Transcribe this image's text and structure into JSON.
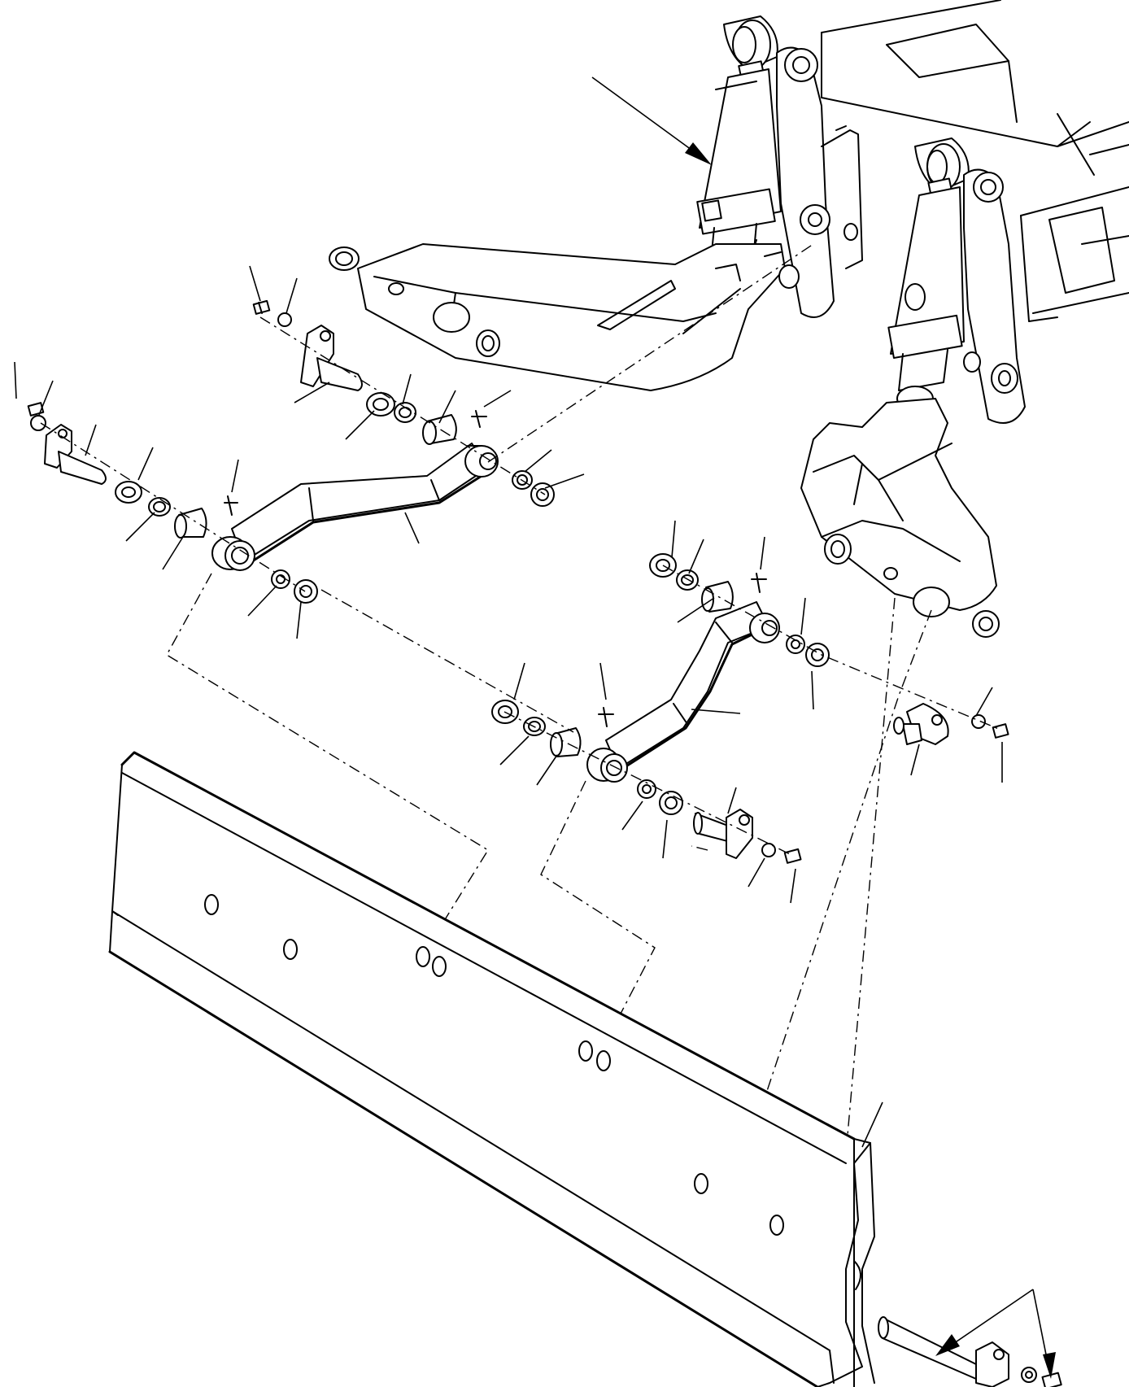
{
  "figure": {
    "kind": "exploded-parts-diagram",
    "line_color": "#000000",
    "background": "#ffffff",
    "components": [
      "frame",
      "hydraulic-cylinder-left",
      "hydraulic-cylinder-right",
      "lift-arm-left",
      "lift-arm-right",
      "link-arm-left",
      "link-arm-right",
      "pin",
      "bushing",
      "washer",
      "shim",
      "bolt",
      "grease-fitting",
      "blade"
    ],
    "callout_count": 32,
    "arrow_count": 3,
    "text_labels": []
  }
}
